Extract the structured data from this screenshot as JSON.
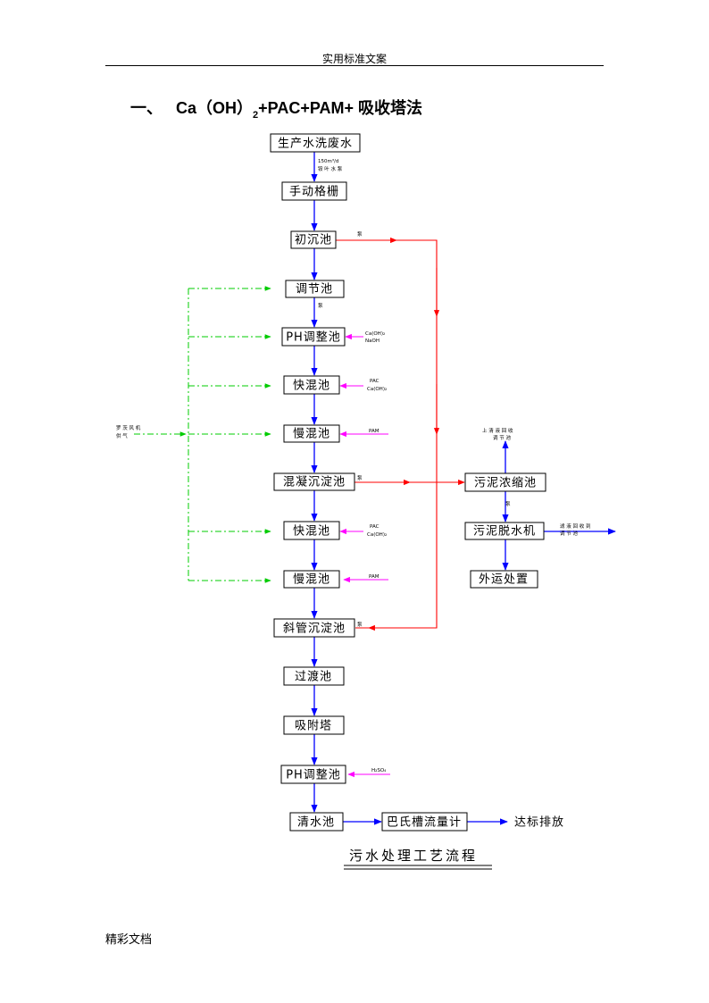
{
  "header": {
    "title": "实用标准文案"
  },
  "heading": {
    "prefix": "一、",
    "formula_a": "Ca（OH）",
    "formula_sub": "2",
    "formula_b": "+PAC+PAM+",
    "method": "吸收塔法"
  },
  "footer": {
    "text": "精彩文档"
  },
  "diagram": {
    "caption": "污水处理工艺流程",
    "boxes": {
      "b1": "生产水洗废水",
      "b2": "手动格栅",
      "b3": "初沉池",
      "b4": "调节池",
      "b5": "PH调整池",
      "b6": "快混池",
      "b7": "慢混池",
      "b8": "混凝沉淀池",
      "b9": "快混池",
      "b10": "慢混池",
      "b11": "斜管沉淀池",
      "b12": "过渡池",
      "b13": "吸附塔",
      "b14": "PH调整池",
      "b15": "清水池",
      "b16": "巴氏槽流量计",
      "b17": "达标排放",
      "r1": "污泥浓缩池",
      "r2": "污泥脱水机",
      "r3": "外运处置"
    },
    "notes": {
      "flow1": "150m³/d",
      "flow2": "铵 叶 水 泵",
      "pump": "泵",
      "chem_caoh": "Ca(OH)₂",
      "chem_naoh": "NaOH",
      "chem_pac": "PAC",
      "chem_pam": "PAM",
      "chem_h2so4": "H₂SO₄",
      "air1": "罗 茨 风 机",
      "air2": "供 气",
      "back1": "上 清 液 回 收",
      "back2": "调 节 池",
      "filtrate1": "滤 液 回 收 到",
      "filtrate2": "调 节 池"
    }
  }
}
